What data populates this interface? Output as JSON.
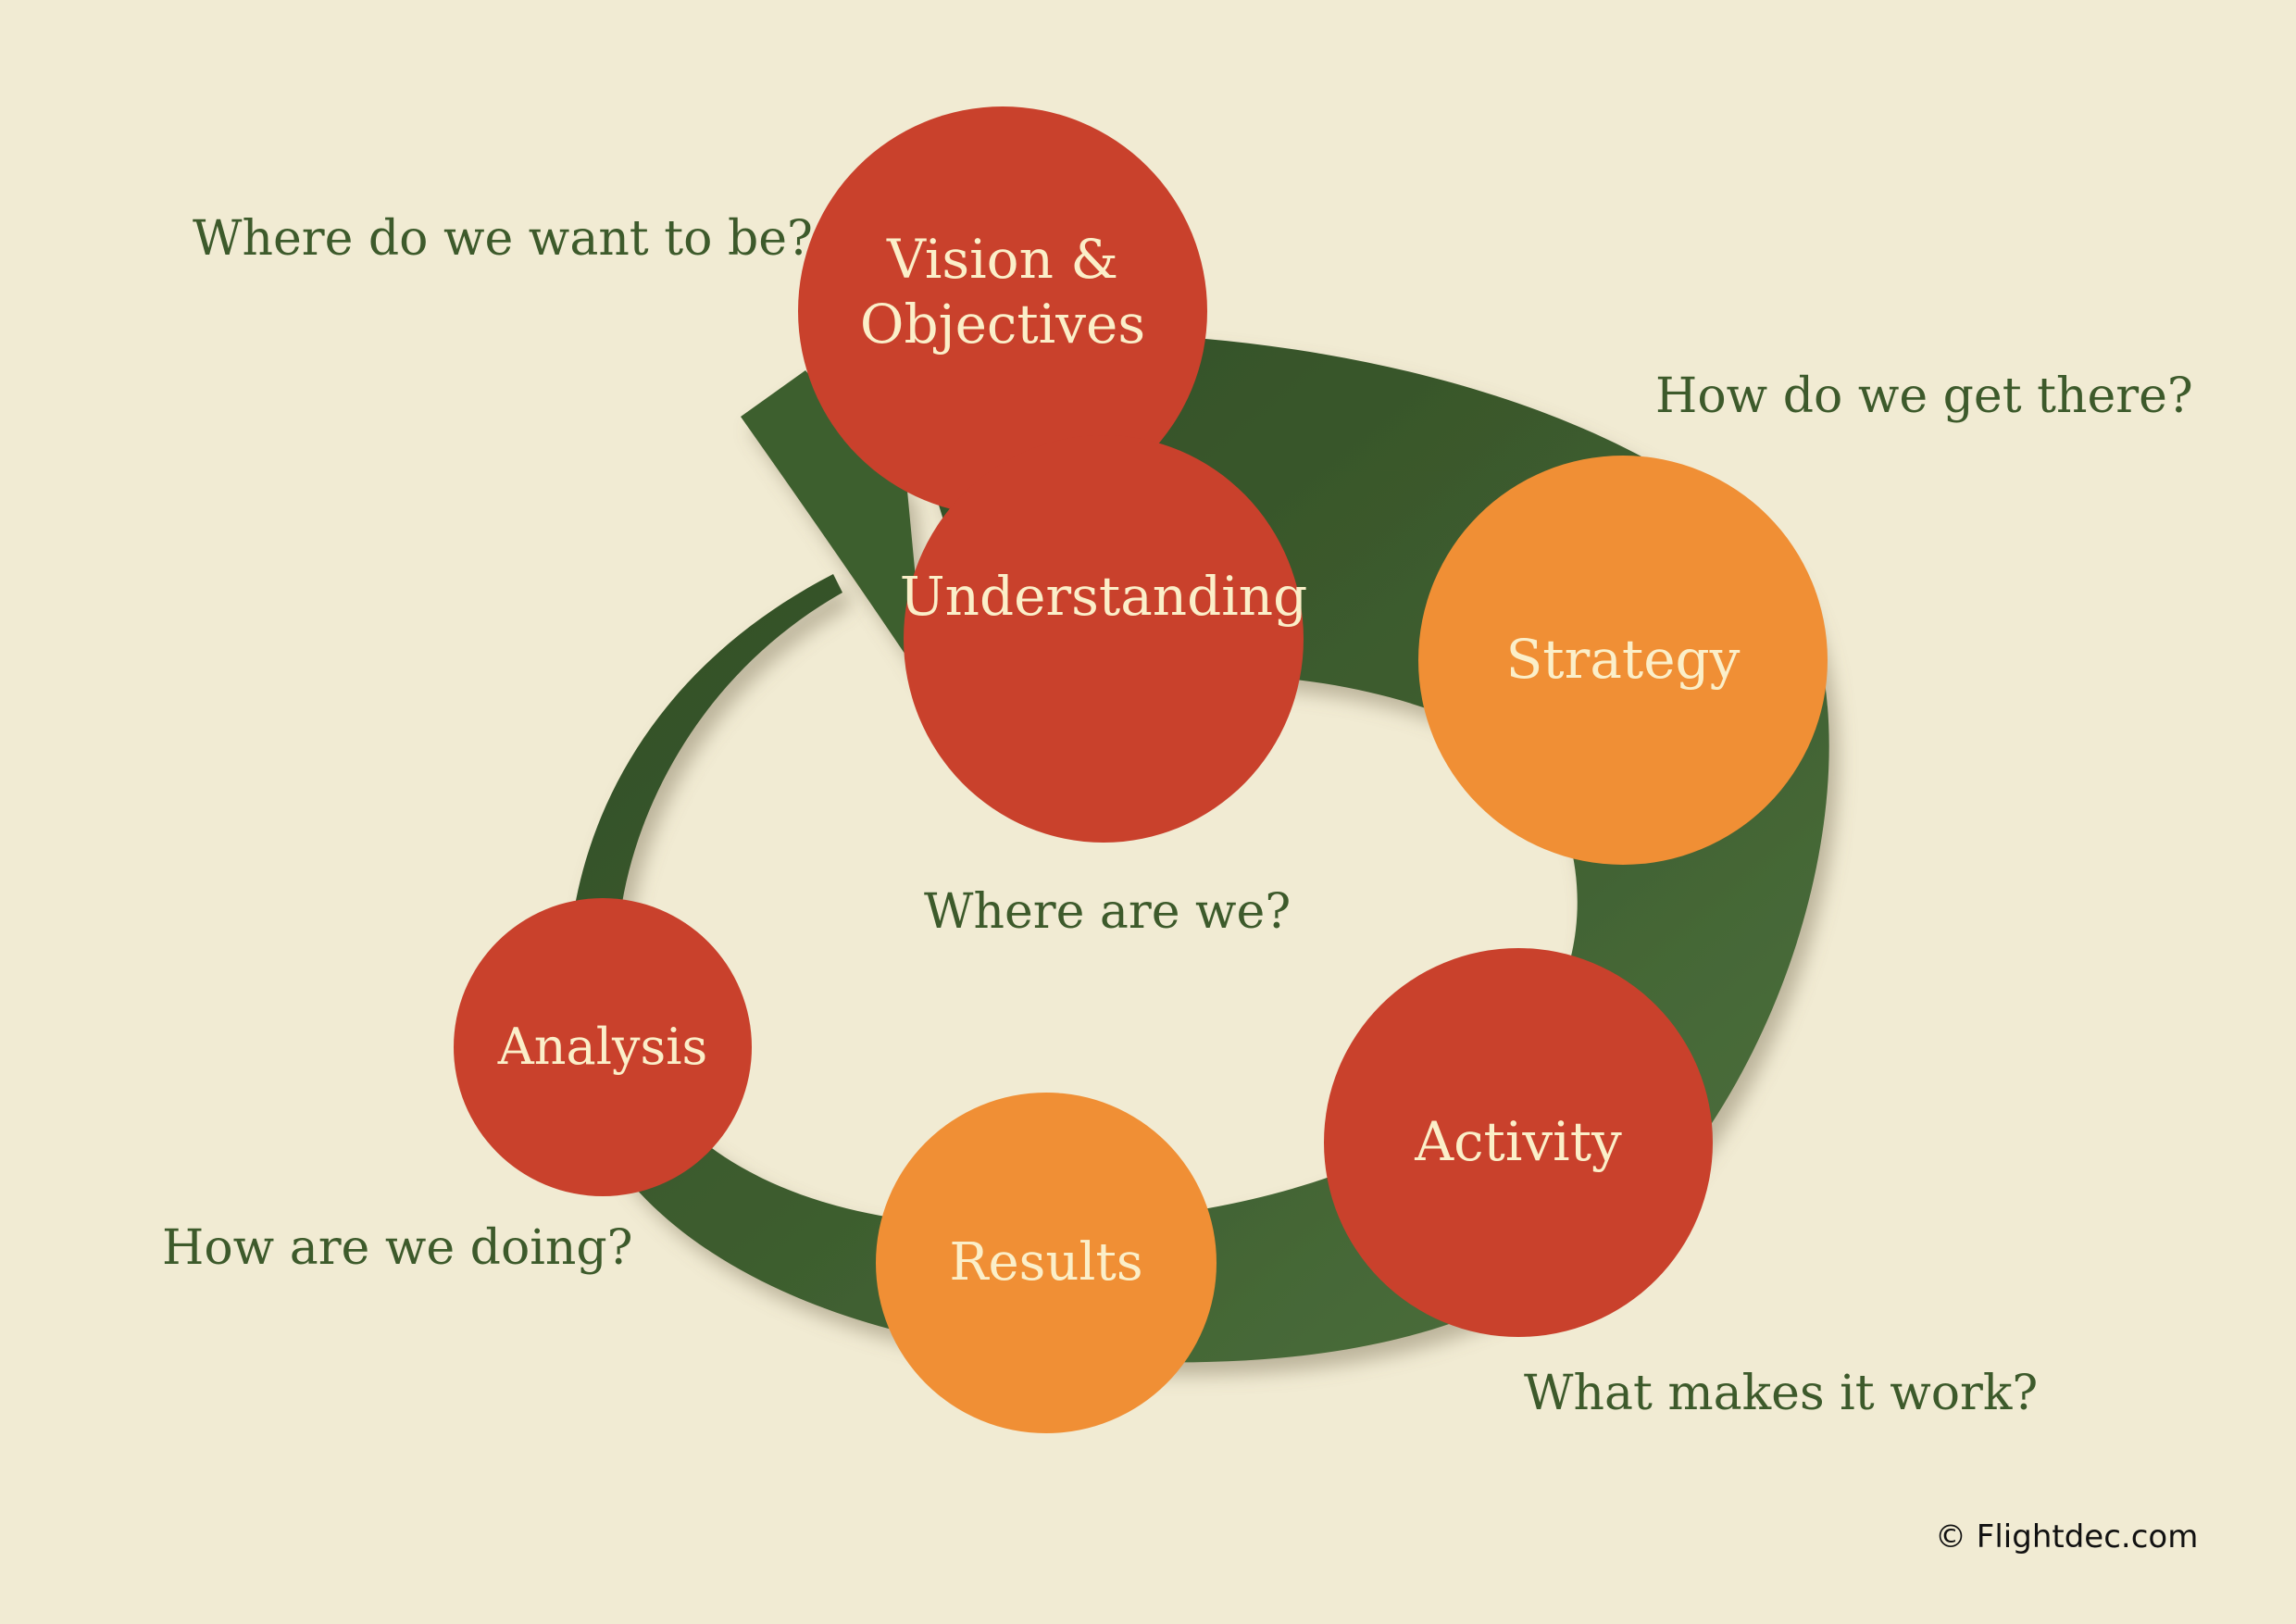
{
  "colors": {
    "background": "#f1ebd3",
    "ring": "#3e5e2f",
    "red_node": "#c9412c",
    "orange_node": "#f08f35",
    "node_text": "#fbefc9",
    "question_text": "#3d5a2b"
  },
  "nodes": {
    "vision": "Vision &\nObjectives",
    "understanding": "Understanding",
    "strategy": "Strategy",
    "activity": "Activity",
    "results": "Results",
    "analysis": "Analysis"
  },
  "questions": {
    "vision": "Where do we want to be?",
    "strategy": "How do we get there?",
    "understanding": "Where are we?",
    "analysis": "How are we doing?",
    "activity": "What makes it work?"
  },
  "copyright": "© Flightdec.com"
}
